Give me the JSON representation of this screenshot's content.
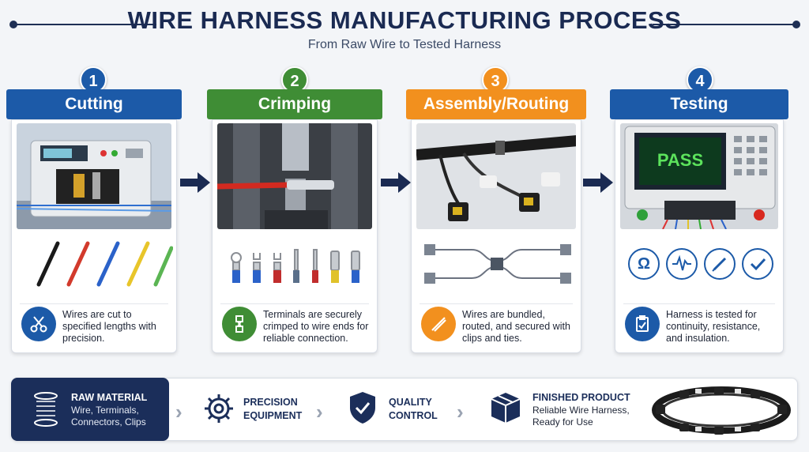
{
  "header": {
    "title": "WIRE HARNESS MANUFACTURING PROCESS",
    "subtitle": "From Raw Wire to Tested Harness"
  },
  "steps": [
    {
      "number": "1",
      "title": "Cutting",
      "color": "#1c5aa8",
      "icon": "scissors-icon",
      "description": "Wires are cut to specified lengths with precision."
    },
    {
      "number": "2",
      "title": "Crimping",
      "color": "#3f8d35",
      "icon": "crimp-icon",
      "description": "Terminals are securely crimped to wire ends for reliable connection."
    },
    {
      "number": "3",
      "title": "Assembly/Routing",
      "color": "#f2901e",
      "icon": "routing-icon",
      "description": "Wires are bundled, routed, and secured with clips and ties."
    },
    {
      "number": "4",
      "title": "Testing",
      "color": "#1c5aa8",
      "icon": "clipboard-check-icon",
      "description": "Harness is tested for continuity, resistance, and insulation.",
      "screen_text": "PASS",
      "test_icons": [
        "ohm-icon",
        "waveform-icon",
        "probe-icon",
        "checkmark-icon"
      ]
    }
  ],
  "bottom": [
    {
      "title": "RAW MATERIAL",
      "subtitle": "Wire, Terminals, Connectors, Clips",
      "icon": "wire-spool-icon"
    },
    {
      "title": "PRECISION EQUIPMENT",
      "subtitle": "",
      "icon": "gear-icon"
    },
    {
      "title": "QUALITY CONTROL",
      "subtitle": "",
      "icon": "shield-check-icon"
    },
    {
      "title": "FINISHED PRODUCT",
      "subtitle": "Reliable Wire Harness, Ready for Use",
      "icon": "box-icon"
    }
  ],
  "colors": {
    "navy": "#1a2a52",
    "blue": "#1c5aa8",
    "green": "#3f8d35",
    "orange": "#f2901e"
  }
}
